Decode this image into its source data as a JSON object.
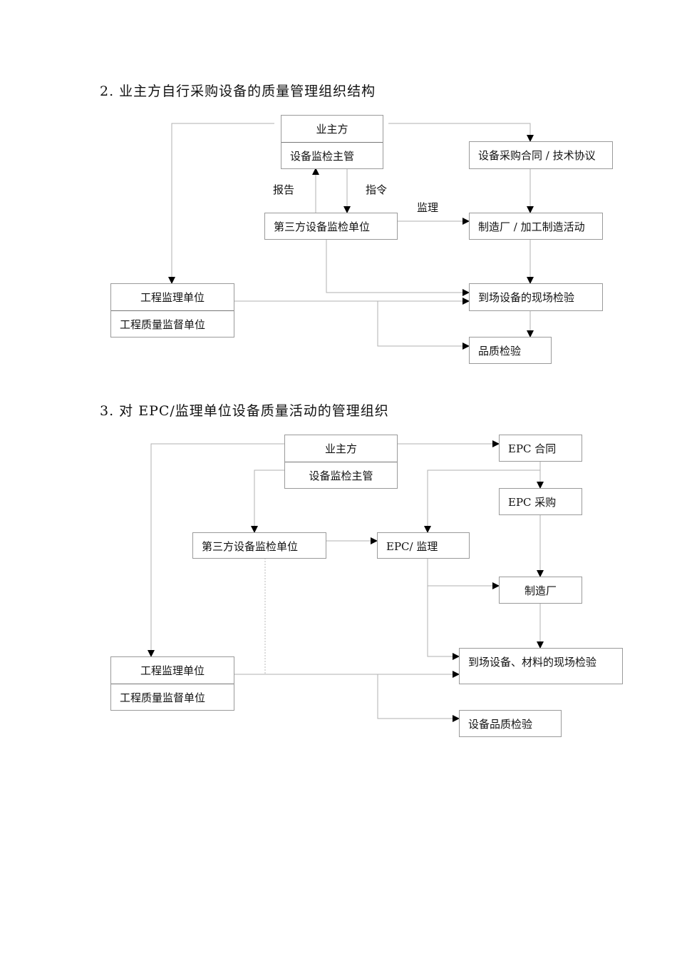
{
  "section2": {
    "title": "2. 业主方自行采购设备的质量管理组织结构",
    "owner": "业主方",
    "supervisor": "设备监检主管",
    "contract": "设备采购合同 / 技术协议",
    "third_party": "第三方设备监检单位",
    "factory": "制造厂 / 加工制造活动",
    "eng_supervision": "工程监理单位",
    "quality_supervision": "工程质量监督单位",
    "site_inspection": "到场设备的现场检验",
    "quality_check": "品质检验",
    "label_report": "报告",
    "label_instruction": "指令",
    "label_supervise": "监理"
  },
  "section3": {
    "title": "3. 对 EPC/监理单位设备质量活动的管理组织",
    "owner": "业主方",
    "supervisor": "设备监检主管",
    "epc_contract": "EPC 合同",
    "epc_procurement": "EPC 采购",
    "third_party": "第三方设备监检单位",
    "epc_supervision": "EPC/ 监理",
    "factory": "制造厂",
    "eng_supervision": "工程监理单位",
    "quality_supervision": "工程质量监督单位",
    "site_inspection": "到场设备、材料的现场检验",
    "quality_check": "设备品质检验"
  }
}
